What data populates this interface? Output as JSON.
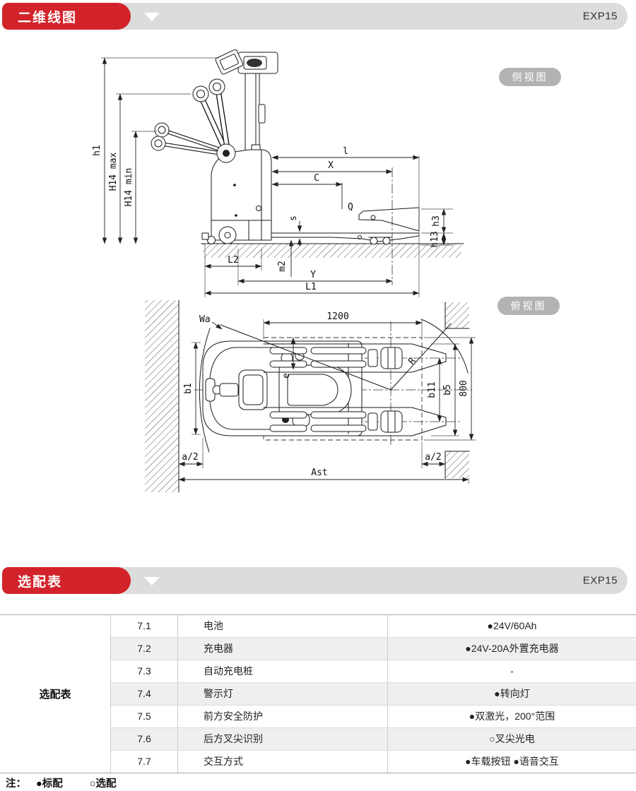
{
  "header1": {
    "title": "二维线图",
    "model": "EXP15"
  },
  "header2": {
    "title": "选配表",
    "model": "EXP15"
  },
  "badges": {
    "side": "侧视图",
    "top": "俯视图"
  },
  "drawing": {
    "side": {
      "h1": "h1",
      "h14max": "H14 max",
      "h14min": "H14 min",
      "l": "l",
      "x": "X",
      "c": "C",
      "q": "Q",
      "s": "s",
      "h3": "h3",
      "h13": "h13",
      "l2": "L2",
      "m2": "m2",
      "y": "Y",
      "l1": "L1"
    },
    "top": {
      "wa": "Wa",
      "len": "1200",
      "e": "e",
      "r": "R",
      "b1": "b1",
      "b11": "b11",
      "b5": "b5",
      "w": "800",
      "a2_left": "a/2",
      "a2_right": "a/2",
      "ast": "Ast"
    }
  },
  "table": {
    "group": "选配表",
    "rows": [
      {
        "no": "7.1",
        "name": "电池",
        "value": "●24V/60Ah"
      },
      {
        "no": "7.2",
        "name": "充电器",
        "value": "●24V-20A外置充电器"
      },
      {
        "no": "7.3",
        "name": "自动充电桩",
        "value": "-"
      },
      {
        "no": "7.4",
        "name": "警示灯",
        "value": "●转向灯"
      },
      {
        "no": "7.5",
        "name": "前方安全防护",
        "value": "●双激光，200°范围"
      },
      {
        "no": "7.6",
        "name": "后方叉尖识别",
        "value": "○叉尖光电"
      },
      {
        "no": "7.7",
        "name": "交互方式",
        "value": "●车载按钮 ●语音交互"
      }
    ]
  },
  "note": {
    "label": "注：",
    "std": "●标配",
    "opt": "○选配"
  },
  "colors": {
    "accent_red": "#d2232a",
    "banner_gray": "#dcdcdc",
    "badge_gray": "#b3b3b3",
    "row_alt": "#efefef"
  }
}
